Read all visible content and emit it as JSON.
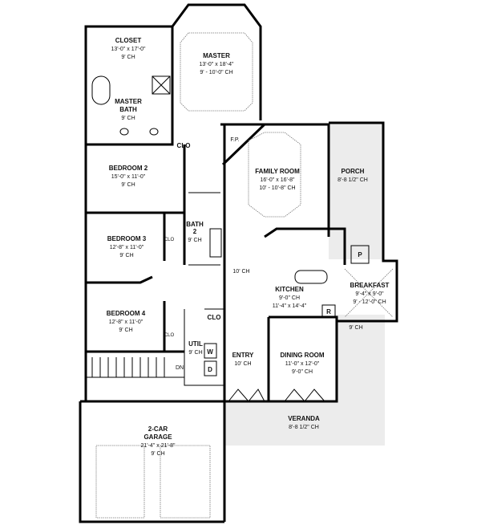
{
  "rooms": {
    "closet": {
      "name": "CLOSET",
      "size": "13'-0\" x 17'-0\"",
      "ch": "9' CH"
    },
    "master": {
      "name": "MASTER",
      "size": "13'-0\" x 18'-4\"",
      "ch": "9' - 10'-0\" CH"
    },
    "master_bath": {
      "name1": "MASTER",
      "name2": "BATH",
      "ch": "9' CH"
    },
    "bedroom2": {
      "name": "BEDROOM 2",
      "size": "15'-0\" x 11'-0\"",
      "ch": "9' CH"
    },
    "bedroom3": {
      "name": "BEDROOM 3",
      "size": "12'-8\" x 11'-0\"",
      "ch": "9' CH"
    },
    "bedroom4": {
      "name": "BEDROOM 4",
      "size": "12'-8\" x 11'-0\"",
      "ch": "9' CH"
    },
    "bath2": {
      "name1": "BATH",
      "name2": "2",
      "ch": "9' CH"
    },
    "util": {
      "name": "UTIL",
      "ch": "9' CH"
    },
    "entry": {
      "name": "ENTRY",
      "ch": "10' CH"
    },
    "dining": {
      "name": "DINING ROOM",
      "size": "11'-0\" x 12'-0\"",
      "ch": "9'-0\" CH"
    },
    "veranda": {
      "name": "VERANDA",
      "ch": "8'-8 1/2\" CH"
    },
    "garage": {
      "name1": "2-CAR",
      "name2": "GARAGE",
      "size": "21'-4\" x 21'-8\"",
      "ch": "9' CH"
    },
    "family": {
      "name": "FAMILY ROOM",
      "size": "16'-0\" x 16'-8\"",
      "ch": "10' - 10'-8\" CH"
    },
    "porch": {
      "name": "PORCH",
      "ch": "8'-8 1/2\" CH"
    },
    "kitchen": {
      "name": "KITCHEN",
      "ch": "9'-0\" CH",
      "size": "11'-4\" x 14'-4\""
    },
    "breakfast": {
      "name": "BREAKFAST",
      "size": "9'-4\" x 9'-0\"",
      "ch": "9' - 12'-0\" CH"
    },
    "hall": {
      "ch": "10' CH"
    },
    "nook": {
      "ch": "9' CH"
    }
  },
  "marks": {
    "clo": "CLO",
    "fp": "F.P.",
    "washer": "W",
    "dryer": "D",
    "down": "DN",
    "pantry": "P",
    "fridge": "R"
  }
}
